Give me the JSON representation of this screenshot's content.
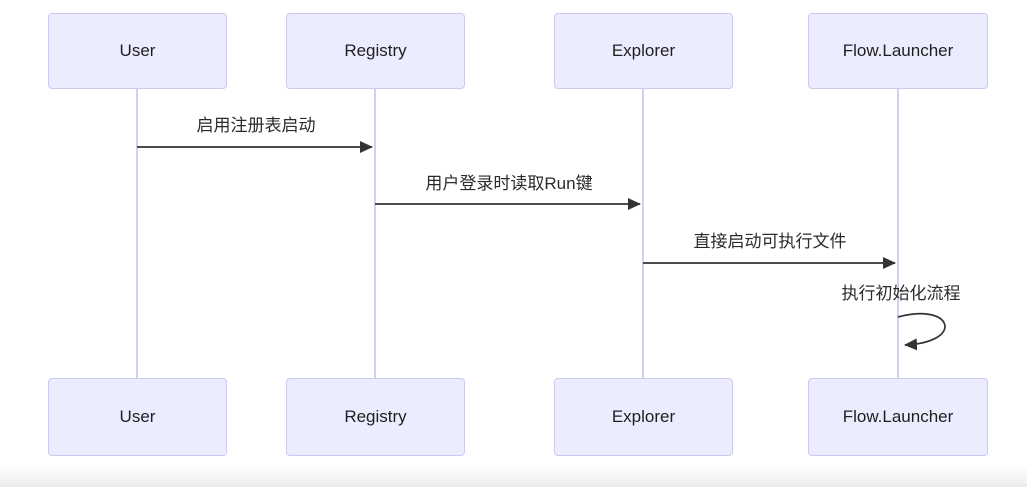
{
  "diagram": {
    "type": "sequence-diagram",
    "actors": [
      {
        "id": "user",
        "label": "User"
      },
      {
        "id": "registry",
        "label": "Registry"
      },
      {
        "id": "explorer",
        "label": "Explorer"
      },
      {
        "id": "flow-launcher",
        "label": "Flow.Launcher"
      }
    ],
    "messages": [
      {
        "from": "User",
        "to": "Registry",
        "label": "启用注册表启动",
        "type": "solid-arrow"
      },
      {
        "from": "Registry",
        "to": "Explorer",
        "label": "用户登录时读取Run键",
        "type": "solid-arrow"
      },
      {
        "from": "Explorer",
        "to": "Flow.Launcher",
        "label": "直接启动可执行文件",
        "type": "solid-arrow"
      },
      {
        "from": "Flow.Launcher",
        "to": "Flow.Launcher",
        "label": "执行初始化流程",
        "type": "self-loop"
      }
    ],
    "colors": {
      "actor_fill": "#ECECFF",
      "actor_border": "#CFC9F1",
      "lifeline": "#D4D0F0",
      "message_line": "#333333",
      "message_text": "#2B2B2B",
      "footer_strip": "#ECECEC",
      "background": "#FFFFFF"
    }
  }
}
